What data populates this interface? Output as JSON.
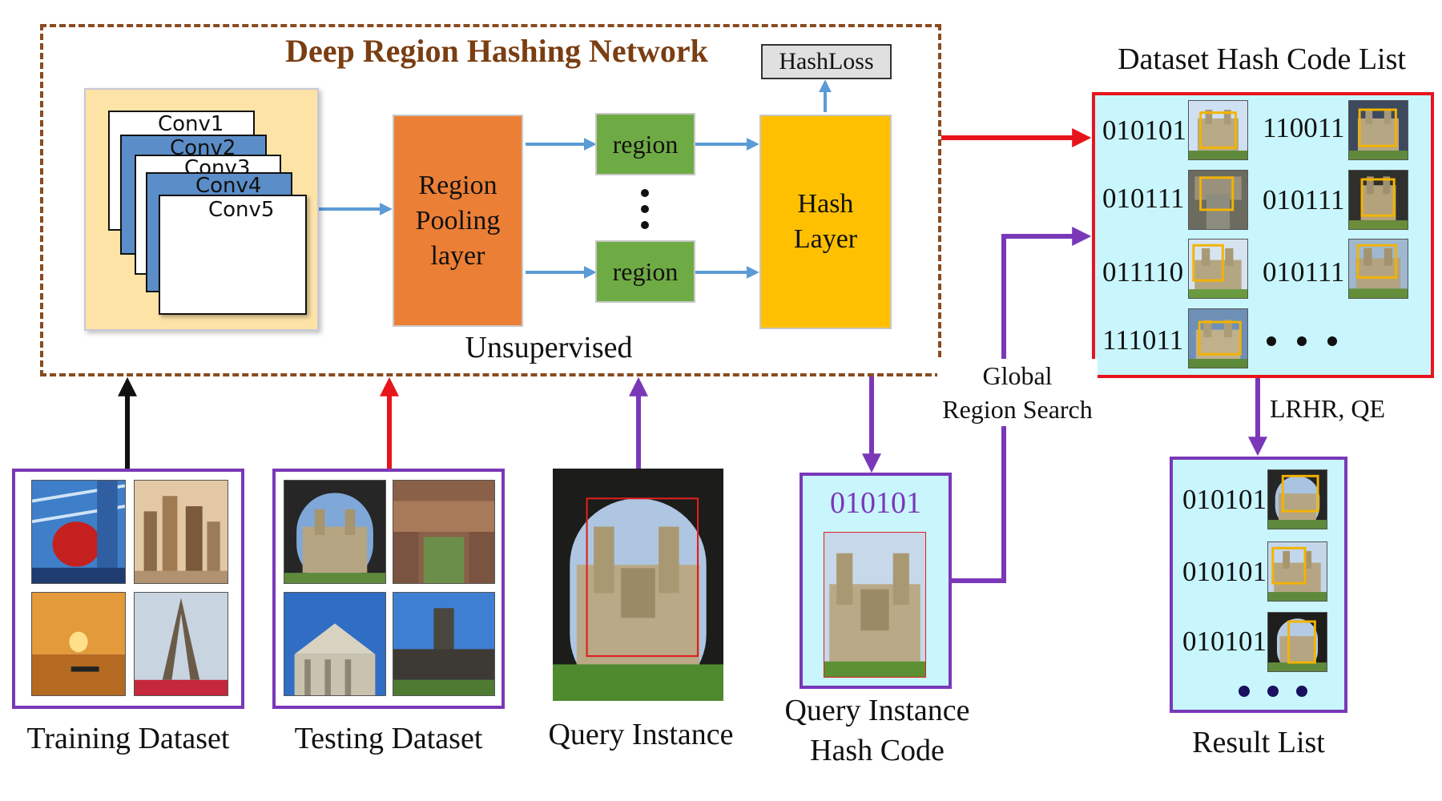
{
  "network": {
    "title": "Deep Region Hashing Network",
    "hashloss": "HashLoss",
    "conv_layers": [
      "Conv1",
      "Conv2",
      "Conv3",
      "Conv4",
      "Conv5"
    ],
    "region_pooling": [
      "Region",
      "Pooling",
      "layer"
    ],
    "region_label": "region",
    "hash_layer": [
      "Hash",
      "Layer"
    ],
    "mode": "Unsupervised"
  },
  "datasets": {
    "training_label": "Training Dataset",
    "testing_label": "Testing Dataset",
    "query_label": "Query Instance"
  },
  "query_hash": {
    "code": "010101",
    "label": [
      "Query Instance",
      "Hash Code"
    ]
  },
  "search_label": [
    "Global",
    "Region Search"
  ],
  "dataset_hash": {
    "title": "Dataset Hash Code List",
    "codes_left": [
      "010101",
      "010111",
      "011110",
      "111011"
    ],
    "codes_right": [
      "110011",
      "010111",
      "010111"
    ]
  },
  "rerank_label": "LRHR, QE",
  "result": {
    "label": "Result List",
    "codes": [
      "010101",
      "010101",
      "010101"
    ]
  },
  "colors": {
    "frame": "#8a4b1f",
    "red_arrow": "#e8141c",
    "purple_arrow": "#7a38b8",
    "blue_arrow": "#5b9bd5",
    "pooling": "#ec7f36",
    "region": "#6fab45",
    "hash_layer": "#fec000",
    "hash_panel": "#c8f6fc"
  }
}
